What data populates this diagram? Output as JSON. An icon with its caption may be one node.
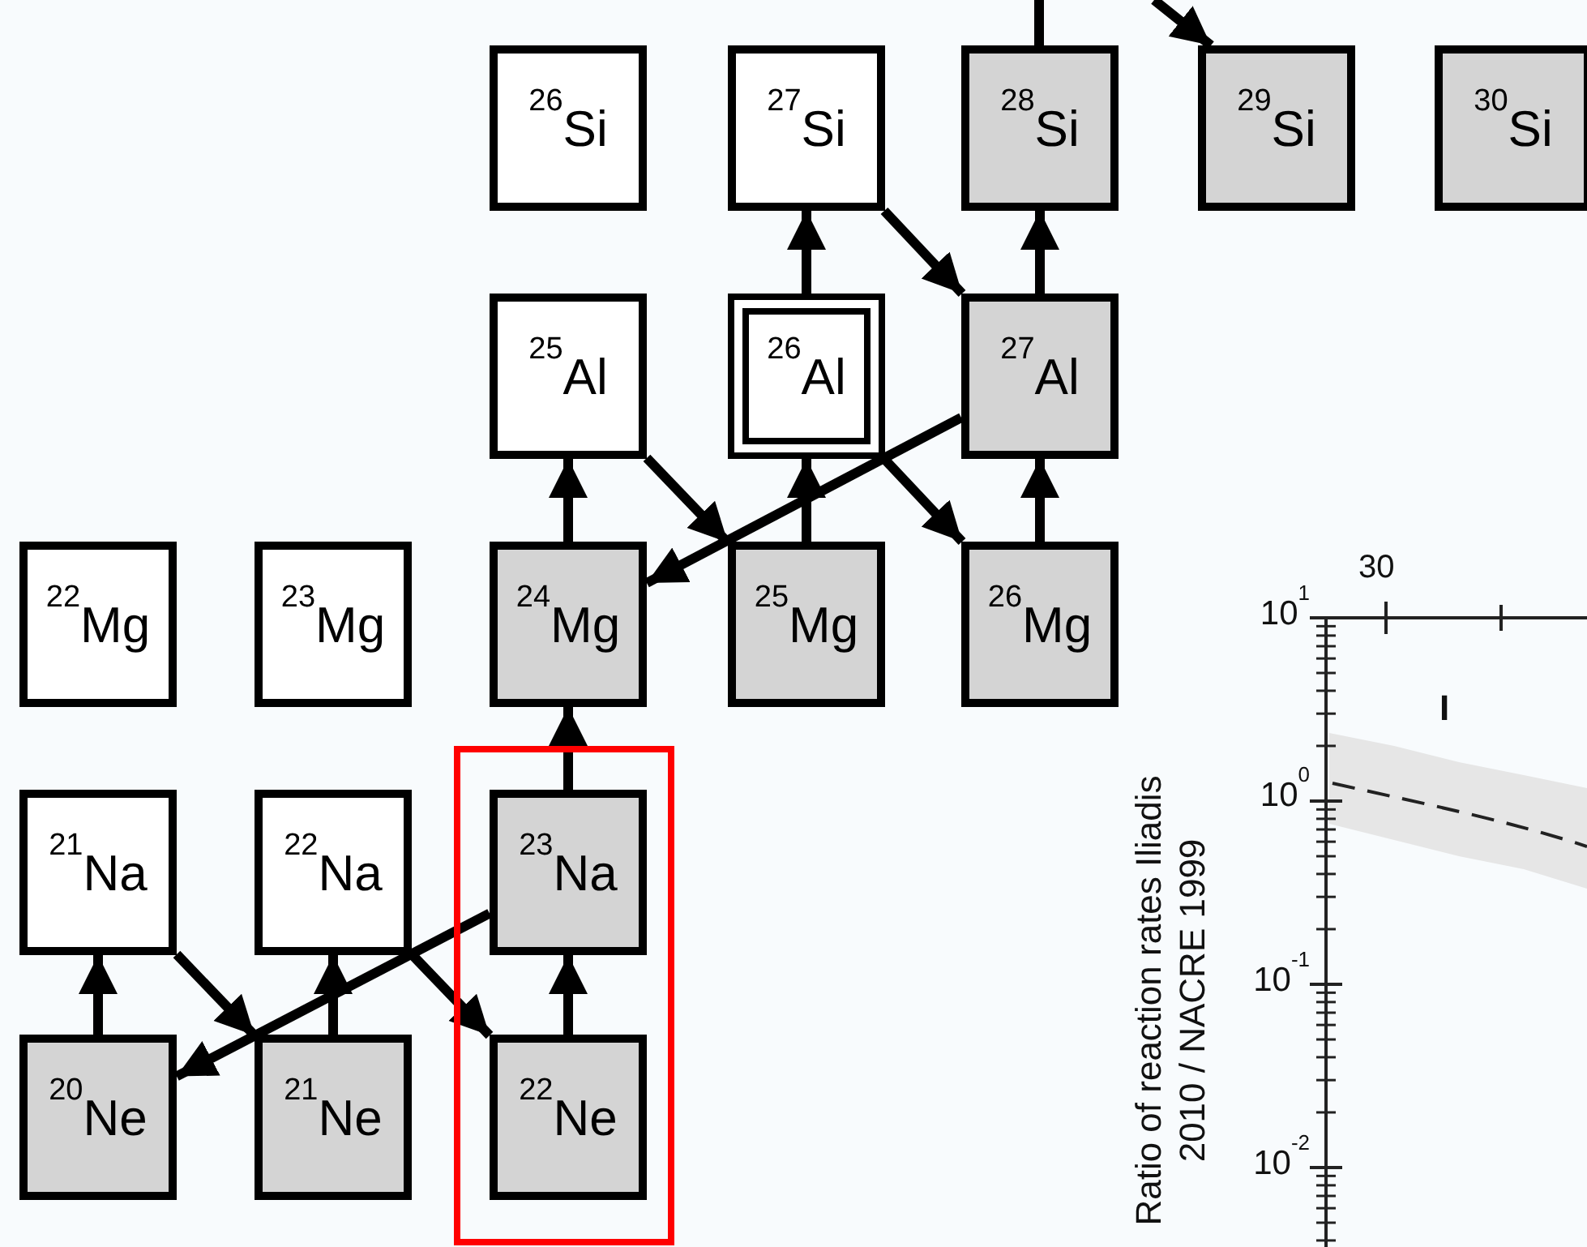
{
  "diagram": {
    "nodes": [
      {
        "text": [
          "$^{26}$Si"
        ]
      },
      {
        "text": [
          "$^{27}$Si"
        ]
      },
      {
        "text": [
          "$^{28}$Si"
        ]
      },
      {
        "text": [
          "$^{29}$Si"
        ]
      },
      {
        "text": [
          "$^{30}$Si"
        ]
      },
      {
        "text": [
          "$^{25}$Al"
        ]
      },
      {
        "text": [
          "$^{26}$Al"
        ]
      },
      {
        "text": [
          "$^{27}$Al"
        ]
      },
      {
        "text": [
          "$^{22}$Mg"
        ]
      },
      {
        "text": [
          "$^{23}$Mg"
        ]
      },
      {
        "text": [
          "$^{24}$Mg"
        ]
      },
      {
        "text": [
          "$^{25}$Mg"
        ]
      },
      {
        "text": [
          "$^{26}$Mg"
        ]
      },
      {
        "text": [
          "$^{21}$Na"
        ]
      },
      {
        "text": [
          "$^{22}$Na"
        ]
      },
      {
        "text": [],
        "shape": "box"
      },
      {
        "text": [
          "$^{23}$Na"
        ],
        "in": 15
      },
      {
        "text": [
          "$^{20}$Ne"
        ]
      },
      {
        "text": [
          "$^{21}$Ne"
        ]
      },
      {
        "text": [
          "$^{22}$Ne"
        ],
        "in": 15
      }
    ],
    "edges": [
      {
        "from": 17,
        "to": 13,
        "arrow": "to"
      },
      {
        "from": 13,
        "to": 18,
        "arrow": "to"
      },
      {
        "from": 18,
        "to": 14,
        "arrow": "to"
      },
      {
        "from": 14,
        "to": 19,
        "arrow": "to"
      },
      {
        "from": 19,
        "to": 16,
        "arrow": "to"
      },
      {
        "from": 16,
        "to": 17,
        "arrow": "to"
      },
      {
        "from": 16,
        "to": 10,
        "arrow": "to"
      },
      {
        "from": 10,
        "to": 5,
        "arrow": "to"
      },
      {
        "from": 5,
        "to": 11,
        "arrow": "to"
      },
      {
        "from": 11,
        "to": 6,
        "arrow": "to"
      },
      {
        "from": 6,
        "to": 12,
        "arrow": "to"
      },
      {
        "from": 12,
        "to": 7,
        "arrow": "to"
      },
      {
        "from": 7,
        "to": 10,
        "arrow": "to"
      },
      {
        "from": 7,
        "to": 2,
        "arrow": "to"
      },
      {
        "from": 1,
        "to": 7,
        "arrow": "to"
      },
      {
        "from": 6,
        "to": 1,
        "arrow": "to"
      },
      {
        "from": 2,
        "to": null,
        "arrow": "none"
      },
      {
        "from": null,
        "to": 3,
        "arrow": "to"
      }
    ],
    "labels": [
      "30",
      "10$^{1}$",
      "I",
      "10$^{0}$",
      "10$^{-1}$",
      "10$^{-2}$",
      "Ratio of reaction rates Iliadis 2010 / NACRE 1999"
    ]
  }
}
